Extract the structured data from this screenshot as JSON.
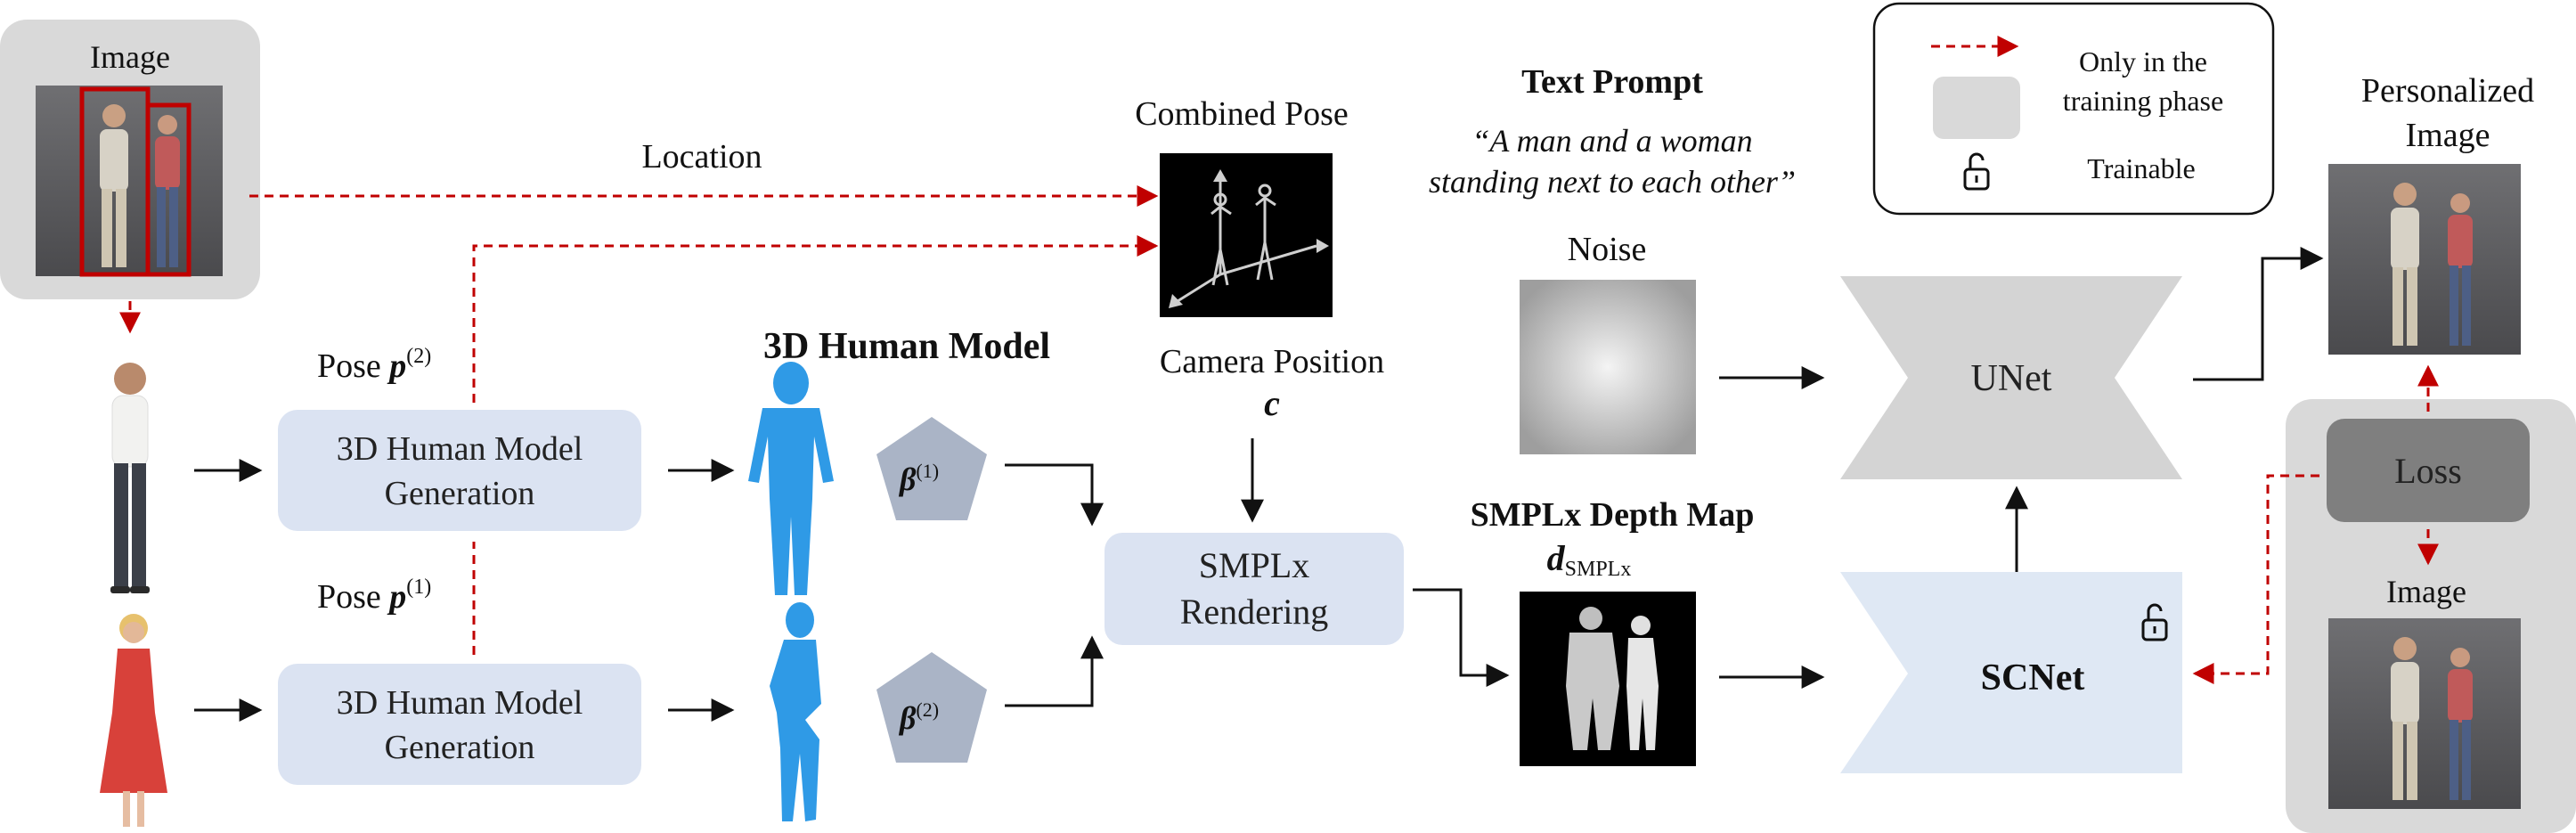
{
  "colors": {
    "accent_red": "#c00000",
    "blue_box": "#dbe3f2",
    "gray_panel": "#d9d9d9",
    "pentagon": "#aab4c6",
    "mesh_blue": "#2f9ae6",
    "unet_gray": "#d4d4d4",
    "scnet_blue": "#dfe8f4",
    "loss_gray": "#7f7f7f"
  },
  "input": {
    "title": "Image"
  },
  "location_label": "Location",
  "pose_top": {
    "label": "Pose",
    "symbol": "p",
    "sup": "(2)"
  },
  "pose_bottom": {
    "label": "Pose",
    "symbol": "p",
    "sup": "(1)"
  },
  "generation_box": {
    "line1": "3D Human Model",
    "line2": "Generation"
  },
  "human_model": {
    "title": "3D Human Model"
  },
  "beta_top": {
    "symbol": "β",
    "sup": "(1)"
  },
  "beta_bottom": {
    "symbol": "β",
    "sup": "(2)"
  },
  "combined_pose": {
    "title": "Combined Pose"
  },
  "camera": {
    "title": "Camera Position",
    "symbol": "c"
  },
  "rendering": {
    "line1": "SMPLx",
    "line2": "Rendering"
  },
  "depth_map": {
    "title": "SMPLx Depth Map",
    "symbol": "d",
    "sub": "SMPLx"
  },
  "text_prompt": {
    "title": "Text Prompt",
    "line1": "“A man and a woman",
    "line2": "standing next to each other”"
  },
  "noise": {
    "title": "Noise"
  },
  "unet": {
    "label": "UNet"
  },
  "scnet": {
    "label": "SCNet"
  },
  "legend": {
    "only_training_line1": "Only in the",
    "only_training_line2": "training phase",
    "trainable": "Trainable",
    "icons": [
      "dashed-red-arrow",
      "gray-box",
      "open-lock"
    ]
  },
  "output": {
    "line1": "Personalized",
    "line2": "Image"
  },
  "loss": {
    "label": "Loss"
  },
  "gt_image": {
    "title": "Image"
  }
}
